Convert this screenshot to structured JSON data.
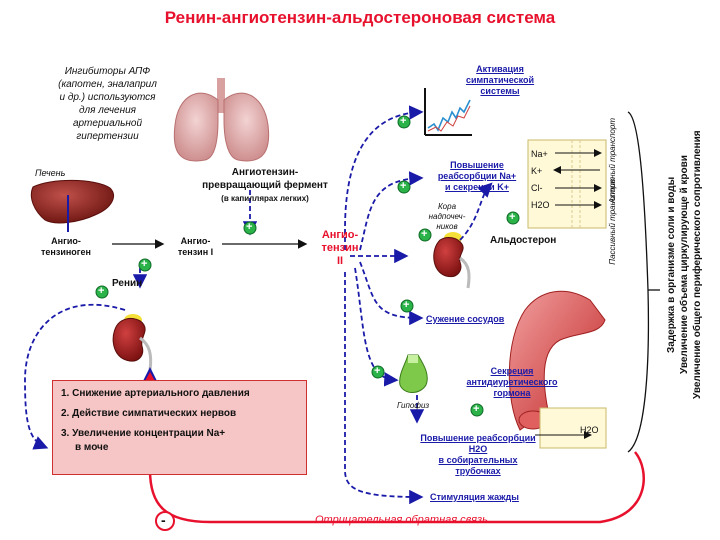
{
  "title": "Ренин-ангиотензин-альдостероновая система",
  "inhibitors_note": [
    "Ингибиторы АПФ",
    "(капотен, эналаприл",
    "и др.) используются",
    "для лечения",
    "артериальной",
    "гипертензии"
  ],
  "liver_label": "Печень",
  "angiotensinogen_label": [
    "Ангио-",
    "тензиноген"
  ],
  "ace_label": [
    "Ангиотензин-",
    "превращающий фермент"
  ],
  "ace_sublabel": "(в капиллярах легких)",
  "angiotensin1_label": [
    "Ангио-",
    "тензин I"
  ],
  "angiotensin2_label": [
    "Ангио-",
    "тензин",
    "II"
  ],
  "renin_label": "Ренин",
  "sympathetic_activation": [
    "Активация",
    "симпатической",
    "системы"
  ],
  "na_reabsorption": [
    "Повышение",
    "реабсорбции Na+",
    "и секреции K+"
  ],
  "adrenal_cortex": [
    "Кора",
    "надпочеч-",
    "ников"
  ],
  "aldosterone_label": "Альдостерон",
  "vasoconstriction": "Сужение сосудов",
  "adh_secretion": [
    "Секреция",
    "антидиуретического",
    "гормона"
  ],
  "pituitary_label": "Гипофиз",
  "water_reabsorption": [
    "Повышение реабсорбции",
    "H2O",
    "в собирательных",
    "трубочках"
  ],
  "thirst": "Стимуляция жажды",
  "active_transport": [
    "Активный",
    "транспорт"
  ],
  "passive_transport": [
    "Пассивный",
    "транспорт"
  ],
  "ions": [
    "Na+",
    "K+",
    "Cl-",
    "H2O"
  ],
  "collecting_h2o": "H2O",
  "effects": [
    "Задержка в организме соли и воды",
    "Увеличение объема циркулирующе й крови",
    "Увеличение общего периферического сопротивления"
  ],
  "triggers": [
    "1. Снижение артериального давления",
    "2. Действие симпатических нервов",
    "3. Увеличение концентрации Na+",
    "в моче"
  ],
  "negative_feedback": "Отрицательная обратная связь",
  "minus_sign": "-",
  "plus_sign": "+",
  "colors": {
    "title": "#e8112d",
    "arrows": "#1a1aa8",
    "plus": "#2bb34a",
    "feedback": "#e8112d",
    "box": "#f6c5c5"
  }
}
